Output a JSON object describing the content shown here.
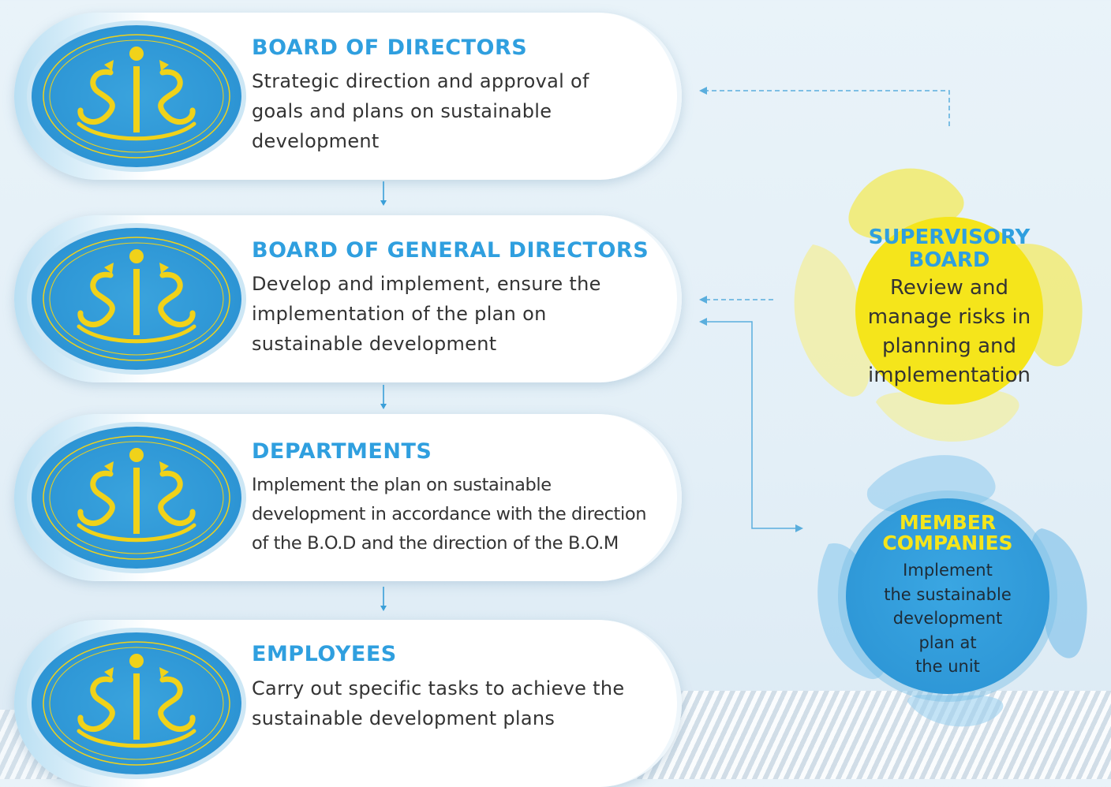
{
  "levels": [
    {
      "title": "BOARD OF DIRECTORS",
      "lines": [
        "Strategic direction and approval of",
        "goals and plans on sustainable",
        "development"
      ]
    },
    {
      "title": "BOARD OF GENERAL DIRECTORS",
      "lines": [
        "Develop and implement, ensure the",
        "implementation of the plan on",
        "sustainable development"
      ]
    },
    {
      "title": "DEPARTMENTS",
      "lines": [
        "Implement the plan on sustainable",
        "development in accordance with the direction",
        "of the B.O.D and the direction of the B.O.M"
      ]
    },
    {
      "title": "EMPLOYEES",
      "lines": [
        "Carry out specific tasks to achieve the",
        "sustainable development plans"
      ]
    }
  ],
  "supervisory": {
    "title_lines": [
      "SUPERVISORY",
      "BOARD"
    ],
    "lines": [
      "Review and",
      "manage risks in",
      "planning and",
      "implementation"
    ]
  },
  "members": {
    "title_lines": [
      "MEMBER",
      "COMPANIES"
    ],
    "lines": [
      "Implement",
      "the sustainable",
      "development",
      "plan at",
      "the unit"
    ]
  },
  "colors": {
    "title_blue": "#2f9fdf",
    "yellow": "#f5e51b",
    "logo_blue": "#2e97d6",
    "logo_gold": "#f0d21a"
  },
  "icons": {
    "logo": "dragon-emblem-icon"
  }
}
